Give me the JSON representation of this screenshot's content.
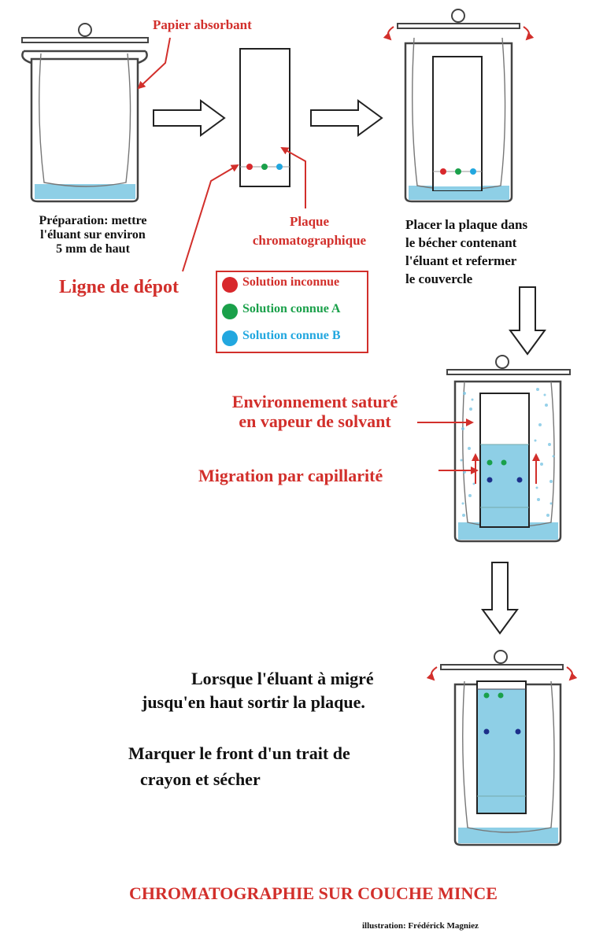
{
  "labels": {
    "papier_absorbant": "Papier absorbant",
    "preparation": [
      "Préparation: mettre",
      "l'éluant sur environ",
      "5 mm de haut"
    ],
    "plaque": [
      "Plaque",
      "chromatographique"
    ],
    "placer": [
      "Placer la plaque dans",
      "le bécher contenant",
      "l'éluant et refermer",
      "le couvercle"
    ],
    "ligne_depot": "Ligne de dépot",
    "environnement": [
      "Environnement saturé",
      "en vapeur de solvant"
    ],
    "migration": "Migration par capillarité",
    "lorsque": [
      "Lorsque l'éluant à migré",
      "jusqu'en haut sortir la plaque."
    ],
    "marquer": [
      "Marquer le front d'un trait de",
      "crayon et sécher"
    ]
  },
  "legend": [
    {
      "label": "Solution inconnue",
      "color": "#d8282c"
    },
    {
      "label": "Solution connue A",
      "color": "#1aa04a"
    },
    {
      "label": "Solution connue B",
      "color": "#22a7df"
    }
  ],
  "title": "CHROMATOGRAPHIE SUR COUCHE MINCE",
  "credit": "illustration: Frédérick Magniez",
  "colors": {
    "accent_red": "#d22f2b",
    "eluant_blue": "#8ecfe6",
    "spot_dark_blue": "#1c2f8a",
    "text_black": "#111111"
  }
}
